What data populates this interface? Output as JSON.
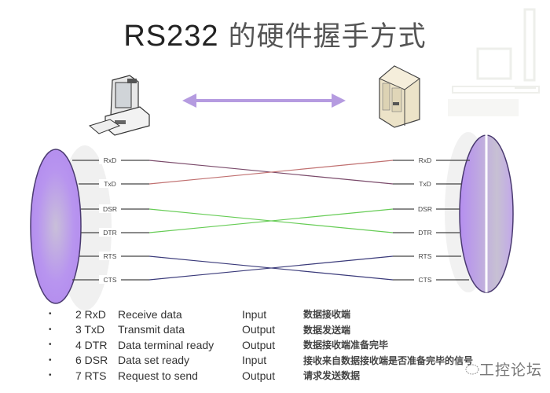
{
  "title": {
    "latin": "RS232",
    "chinese": " 的硬件握手方式"
  },
  "devices": {
    "left": "computer-terminal-icon",
    "right": "server-tower-icon",
    "link": "double-arrow-icon"
  },
  "signals": {
    "left": [
      "RxD",
      "TxD",
      "DSR",
      "DTR",
      "RTS",
      "CTS"
    ],
    "right": [
      "RxD",
      "TxD",
      "DSR",
      "DTR",
      "RTS",
      "CTS"
    ]
  },
  "colors": {
    "connector": "#b48cf0",
    "connector_stroke": "#4a3a70",
    "data_wire": "#7a4a6a",
    "data_wire_alt": "#c07070",
    "dsr_dtr_wire": "#66cc55",
    "rts_cts_wire": "#3a3a7a",
    "arrow": "#b59be0"
  },
  "table": {
    "rows": [
      {
        "bullet": "•",
        "pin": "2 RxD",
        "desc": "Receive data",
        "dir": "Input",
        "cn": "数据接收端"
      },
      {
        "bullet": "•",
        "pin": "3 TxD",
        "desc": "Transmit data",
        "dir": "Output",
        "cn": "数据发送端"
      },
      {
        "bullet": "•",
        "pin": "4 DTR",
        "desc": "Data terminal ready",
        "dir": "Output",
        "cn": "数据接收端准备完毕"
      },
      {
        "bullet": "•",
        "pin": "6 DSR",
        "desc": "Data set ready",
        "dir": " Input",
        "cn": "接收来自数据接收端是否准备完毕的信号"
      },
      {
        "bullet": "•",
        "pin": "7 RTS",
        "desc": "Request to send",
        "dir": "Output",
        "cn": "请求发送数据"
      }
    ]
  },
  "watermark": "工控论坛"
}
